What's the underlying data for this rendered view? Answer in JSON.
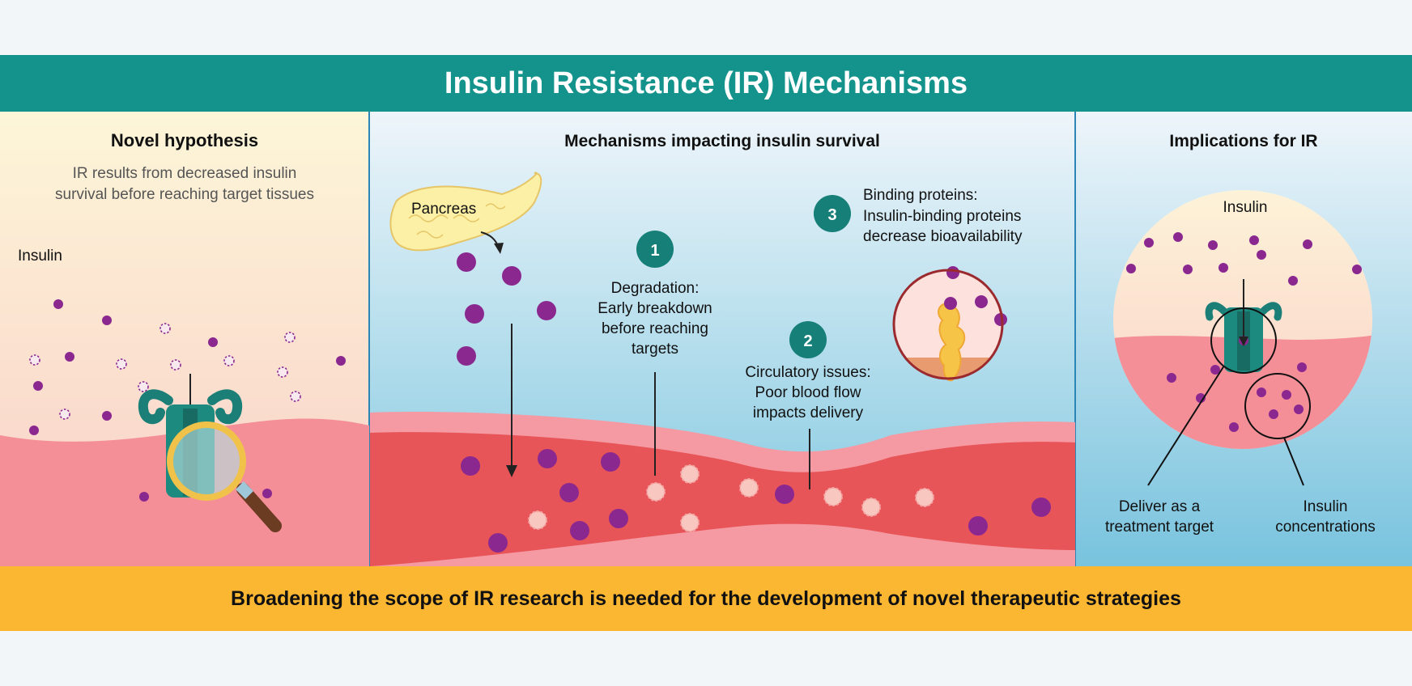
{
  "header": {
    "title": "Insulin Resistance (IR) Mechanisms"
  },
  "panels": {
    "left": {
      "heading": "Novel hypothesis",
      "desc_line1": "IR results from decreased insulin",
      "desc_line2": "survival before reaching target tissues",
      "insulin_label": "Insulin"
    },
    "middle": {
      "heading": "Mechanisms impacting insulin survival",
      "pancreas_label": "Pancreas",
      "step1": {
        "number": "1",
        "line1": "Degradation:",
        "line2": "Early breakdown",
        "line3": "before reaching",
        "line4": "targets"
      },
      "step2": {
        "number": "2",
        "line1": "Circulatory issues:",
        "line2": "Poor blood flow",
        "line3": "impacts delivery"
      },
      "step3": {
        "number": "3",
        "line1": "Binding proteins:",
        "line2": "Insulin-binding proteins",
        "line3": "decrease bioavailability"
      }
    },
    "right": {
      "heading": "Implications for IR",
      "insulin_label": "Insulin",
      "deliver_line1": "Deliver as a",
      "deliver_line2": "treatment target",
      "conc_line1": "Insulin",
      "conc_line2": "concentrations"
    }
  },
  "footer": {
    "text": "Broadening the scope of IR research is needed for the development of novel therapeutic strategies"
  },
  "colors": {
    "title_bar": "#14938c",
    "footer_bar": "#fbb732",
    "insulin": "#8b2890",
    "receptor": "#1c7f77",
    "vessel": "#e85558",
    "step_badge": "#157f78"
  }
}
